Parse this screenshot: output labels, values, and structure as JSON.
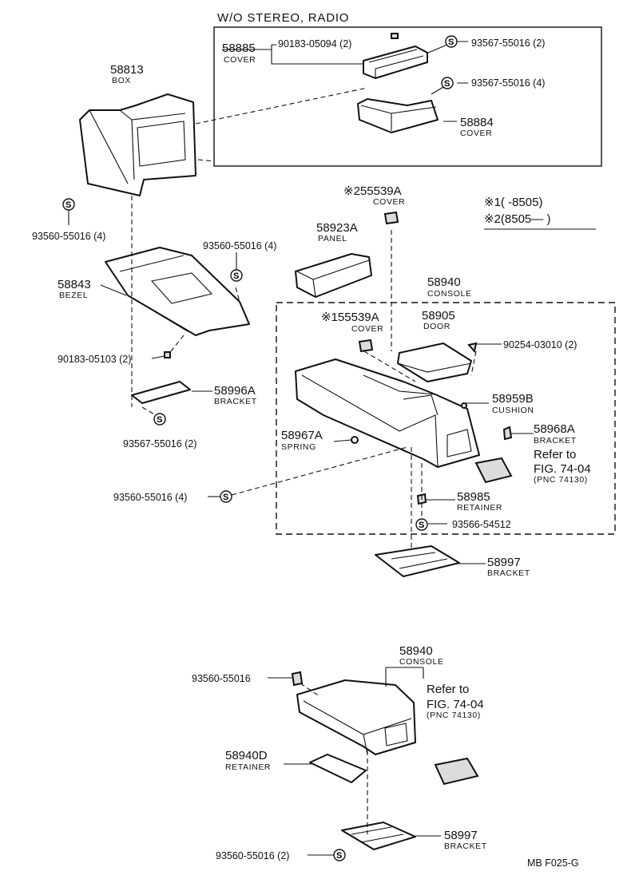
{
  "header": {
    "variant_title": "W/O STEREO, RADIO"
  },
  "legend": {
    "mark1": "※1(      -8505)",
    "mark2": "※2(8505—      )"
  },
  "screw_symbol": "S",
  "parts": {
    "p58885": {
      "number": "58885",
      "name": "COVER"
    },
    "p58884": {
      "number": "58884",
      "name": "COVER"
    },
    "p58813": {
      "number": "58813",
      "name": "BOX"
    },
    "p55539a_2": {
      "number": "※255539A",
      "name": "COVER"
    },
    "p58923a": {
      "number": "58923A",
      "name": "PANEL"
    },
    "p58843": {
      "number": "58843",
      "name": "BEZEL"
    },
    "p58940_top": {
      "number": "58940",
      "name": "CONSOLE"
    },
    "p55539a_1": {
      "number": "※155539A",
      "name": "COVER"
    },
    "p58905": {
      "number": "58905",
      "name": "DOOR"
    },
    "p58959b": {
      "number": "58959B",
      "name": "CUSHION"
    },
    "p58968a": {
      "number": "58968A",
      "name": "BRACKET"
    },
    "p58996a": {
      "number": "58996A",
      "name": "BRACKET"
    },
    "p58967a": {
      "number": "58967A",
      "name": "SPRING"
    },
    "p58985": {
      "number": "58985",
      "name": "RETAINER"
    },
    "p58997_top": {
      "number": "58997",
      "name": "BRACKET"
    },
    "p58940_bottom": {
      "number": "58940",
      "name": "CONSOLE"
    },
    "p58940d": {
      "number": "58940D",
      "name": "RETAINER"
    },
    "p58997_bottom": {
      "number": "58997",
      "name": "BRACKET"
    }
  },
  "fasteners": {
    "f1": "90183-05094 (2)",
    "f2": "93567-55016 (2)",
    "f3": "93567-55016 (4)",
    "f4": "93560-55016 (4)",
    "f5": "93560-55016 (4)",
    "f6": "90183-05103 (2)",
    "f7": "90254-03010 (2)",
    "f8": "93567-55016 (2)",
    "f9": "93560-55016 (4)",
    "f10": "93566-54512",
    "f11": "93560-55016",
    "f12": "93560-55016 (2)"
  },
  "references": {
    "ref_top": {
      "line1": "Refer to",
      "line2": "FIG. 74-04",
      "line3": "(PNC 74130)"
    },
    "ref_bottom": {
      "line1": "Refer to",
      "line2": "FIG. 74-04",
      "line3": "(PNC 74130)"
    }
  },
  "footer": {
    "code": "MB  F025-G"
  }
}
